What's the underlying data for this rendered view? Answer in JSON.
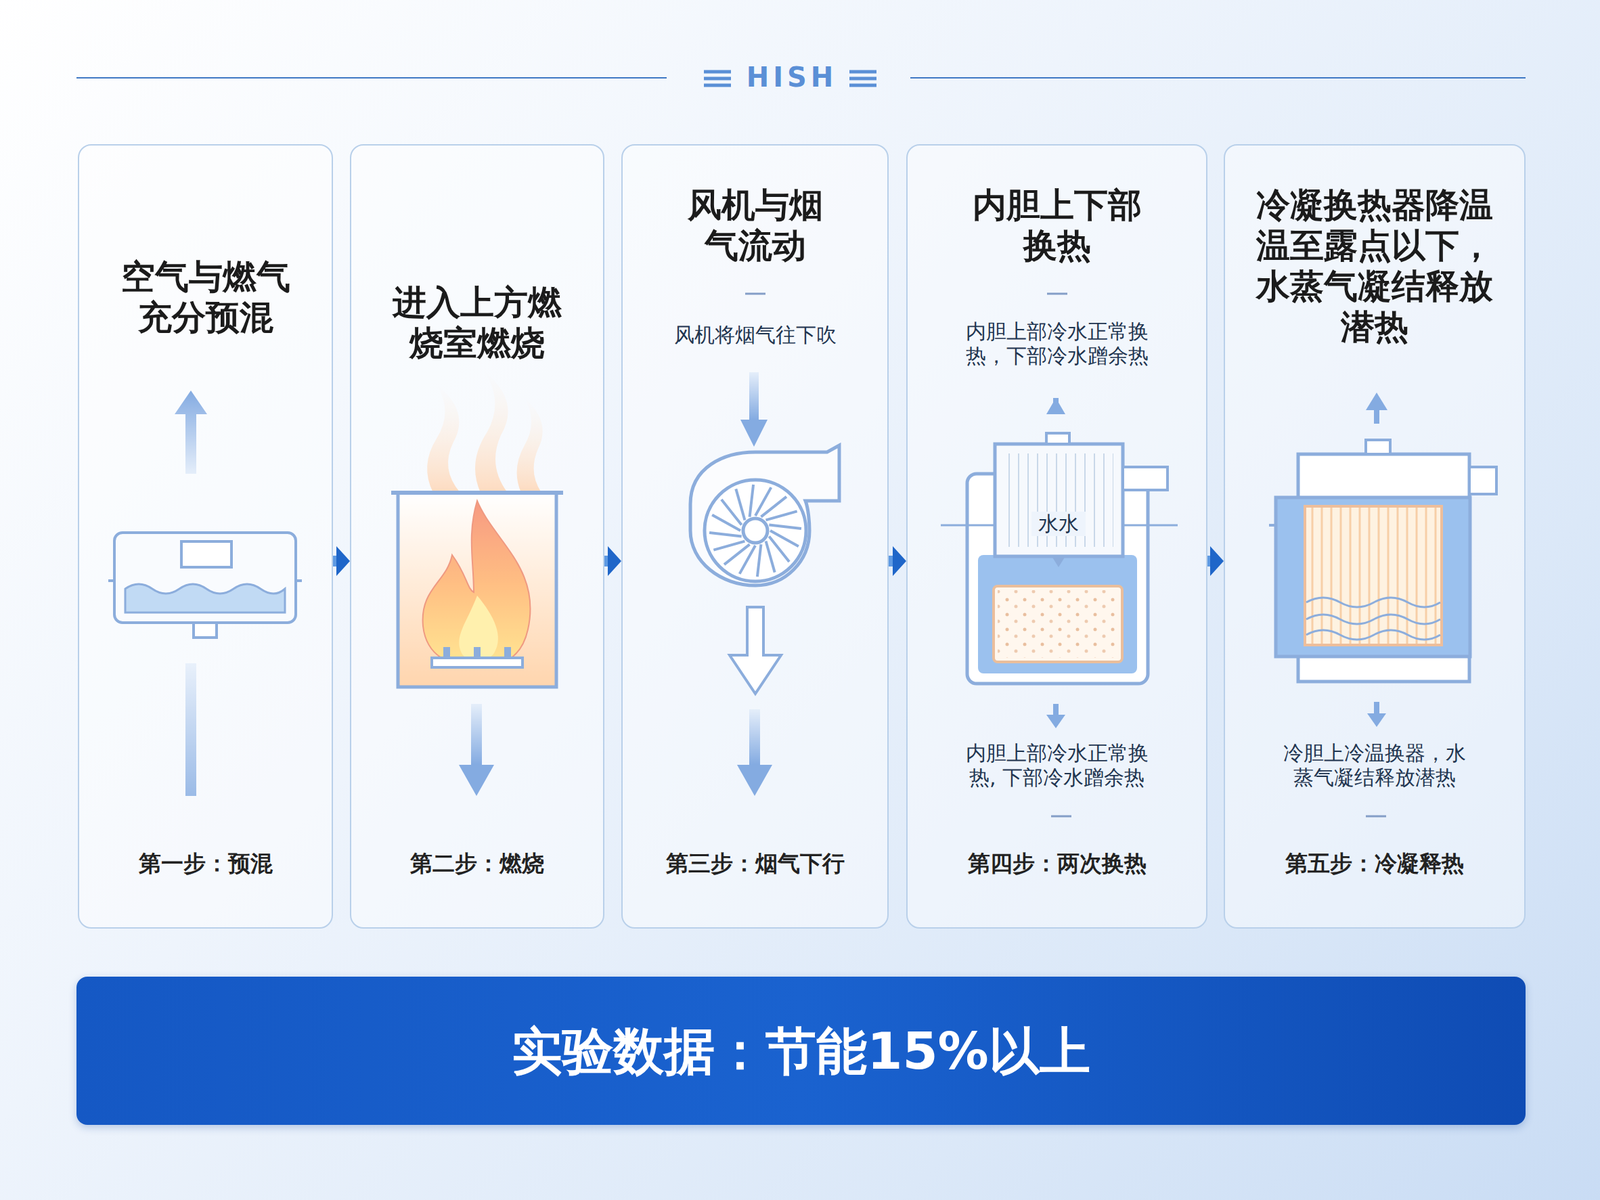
{
  "diagram": {
    "nodes": [
      {
        "text": [
          "空气与燃气充分预混",
          "第一步：预混"
        ]
      },
      {
        "text": [
          "进入上方燃烧室燃烧",
          "第二步：燃烧"
        ]
      },
      {
        "text": [
          "风机与烟气流动",
          "风机将烟气往下吹",
          "第三步：烟气下行"
        ]
      },
      {
        "text": [
          "内胆上下部换热",
          "内胆上部冷水正常换热，下部冷水蹭余热",
          "内胆上部冷水正常换热, 下部冷水蹭余热",
          "第四步：两次换热"
        ]
      },
      {
        "text": [
          "冷凝换热器降温温至露点以下，水蒸气凝结释放潜热",
          "冷胆上冷温换器，水蒸气凝结释放潜热",
          "第五步：冷凝释热"
        ]
      },
      {
        "text": [
          "实验数据：节能15%以上"
        ]
      }
    ],
    "edges": [
      {
        "from": 0,
        "to": 1,
        "arrow": "to"
      },
      {
        "from": 1,
        "to": 2,
        "arrow": "to"
      },
      {
        "from": 2,
        "to": 3,
        "arrow": "to"
      },
      {
        "from": 3,
        "to": 4,
        "arrow": "to"
      }
    ],
    "labels": [
      "HISH",
      "水水"
    ]
  }
}
